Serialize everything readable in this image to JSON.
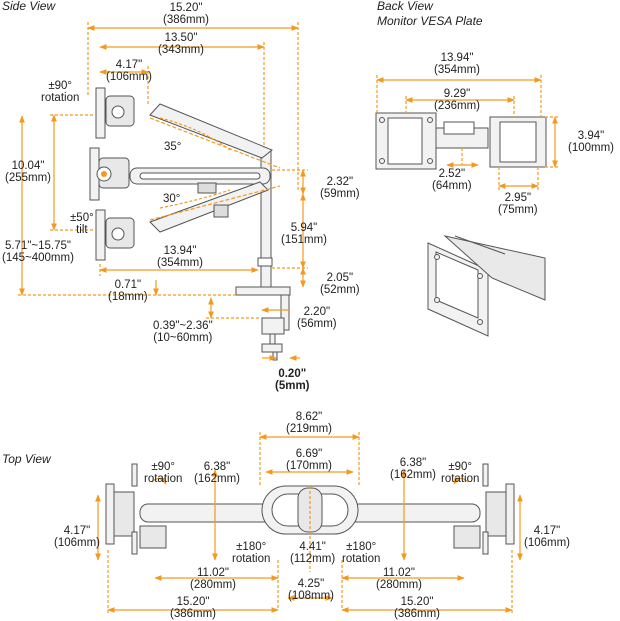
{
  "titles": {
    "side": "Side View",
    "back": "Back View",
    "back_sub": "Monitor VESA Plate",
    "top": "Top View"
  },
  "side": {
    "d_1520": [
      "15.20\"",
      "(386mm)"
    ],
    "d_1350": [
      "13.50\"",
      "(343mm)"
    ],
    "d_417": [
      "4.17\"",
      "(106mm)"
    ],
    "rot90": [
      "±90°",
      "rotation"
    ],
    "d_1004": [
      "10.04\"",
      "(255mm)"
    ],
    "tilt50": [
      "±50°",
      "tilt"
    ],
    "range": [
      "5.71\"~15.75\"",
      "(145~400mm)"
    ],
    "ang35": "35°",
    "ang30": "30°",
    "d_232": [
      "2.32\"",
      "(59mm)"
    ],
    "d_594": [
      "5.94\"",
      "(151mm)"
    ],
    "d_1394": [
      "13.94\"",
      "(354mm)"
    ],
    "d_205": [
      "2.05\"",
      "(52mm)"
    ],
    "d_071": [
      "0.71\"",
      "(18mm)"
    ],
    "d_220": [
      "2.20\"",
      "(56mm)"
    ],
    "clamp": [
      "0.39\"~2.36\"",
      "(10~60mm)"
    ],
    "d_020": [
      "0.20\"",
      "(5mm)"
    ]
  },
  "back": {
    "d_1394": [
      "13.94\"",
      "(354mm)"
    ],
    "d_929": [
      "9.29\"",
      "(236mm)"
    ],
    "d_394": [
      "3.94\"",
      "(100mm)"
    ],
    "d_252": [
      "2.52\"",
      "(64mm)"
    ],
    "d_295": [
      "2.95\"",
      "(75mm)"
    ]
  },
  "top": {
    "d_862": [
      "8.62\"",
      "(219mm)"
    ],
    "d_669": [
      "6.69\"",
      "(170mm)"
    ],
    "rot90_left": [
      "±90°",
      "rotation"
    ],
    "rot90_right": [
      "±90°",
      "rotation"
    ],
    "d_638_left": [
      "6.38\"",
      "(162mm)"
    ],
    "d_638_right": [
      "6.38\"",
      "(162mm)"
    ],
    "d_417_left": [
      "4.17\"",
      "(106mm)"
    ],
    "d_417_right": [
      "4.17\"",
      "(106mm)"
    ],
    "rot180_left": [
      "±180°",
      "rotation"
    ],
    "rot180_right": [
      "±180°",
      "rotation"
    ],
    "d_441": [
      "4.41\"",
      "(112mm)"
    ],
    "d_1102_left": [
      "11.02\"",
      "(280mm)"
    ],
    "d_1102_right": [
      "11.02\"",
      "(280mm)"
    ],
    "d_425": [
      "4.25\"",
      "(108mm)"
    ],
    "d_1520_left": [
      "15.20\"",
      "(386mm)"
    ],
    "d_1520_right": [
      "15.20\"",
      "(386mm)"
    ]
  },
  "colors": {
    "accent": "#F39A1E",
    "line": "#555555",
    "part": "#f2f2f2"
  }
}
